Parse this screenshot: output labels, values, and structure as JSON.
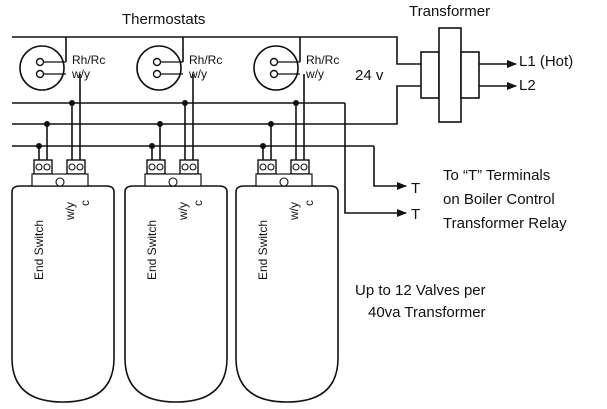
{
  "labels": {
    "thermostats": "Thermostats",
    "transformer": "Transformer",
    "l1": "L1 (Hot)",
    "l2": "L2",
    "voltage": "24 v",
    "t_upper": "T",
    "t_lower": "T",
    "note_line1": "To “T” Terminals",
    "note_line2": "on Boiler Control",
    "note_line3": "Transformer Relay",
    "capacity_line1": "Up to 12 Valves per",
    "capacity_line2": "40va Transformer"
  },
  "thermostats": [
    {
      "terminal_top": "Rh/Rc",
      "terminal_bottom": "w/y"
    },
    {
      "terminal_top": "Rh/Rc",
      "terminal_bottom": "w/y"
    },
    {
      "terminal_top": "Rh/Rc",
      "terminal_bottom": "w/y"
    }
  ],
  "valves": [
    {
      "switch_label": "End Switch",
      "wy_label": "w/y",
      "c_label": "c"
    },
    {
      "switch_label": "End Switch",
      "wy_label": "w/y",
      "c_label": "c"
    },
    {
      "switch_label": "End Switch",
      "wy_label": "w/y",
      "c_label": "c"
    }
  ]
}
